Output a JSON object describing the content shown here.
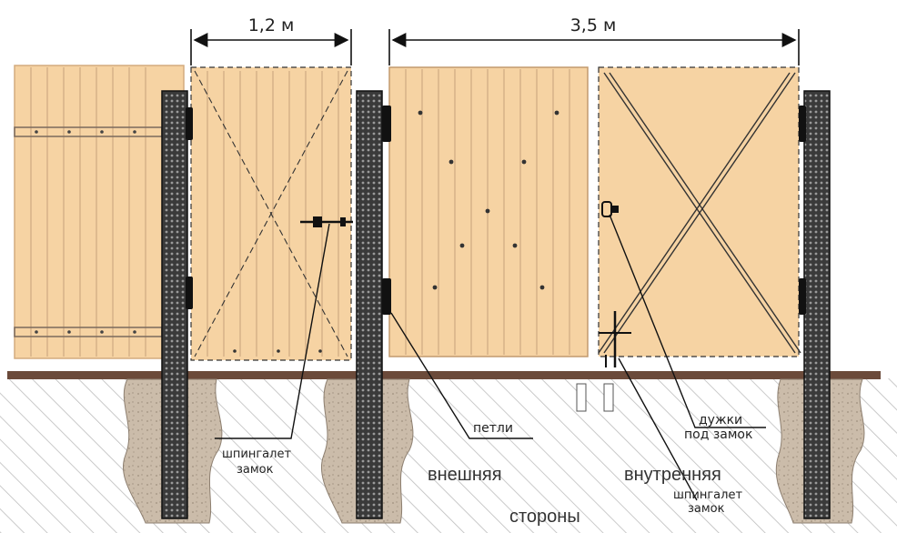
{
  "dimensions": {
    "wicket_width": "1,2 м",
    "gate_width": "3,5 м"
  },
  "callouts": {
    "hinges": "петли",
    "shackles_line1": "дужки",
    "shackles_line2": "под замок",
    "latch_left_line1": "шпингалет",
    "latch_left_line2": "замок",
    "latch_right_line1": "шпингалет",
    "latch_right_line2": "замок"
  },
  "sides": {
    "outer": "внешняя",
    "inner": "внутренняя",
    "caption": "стороны"
  },
  "colors": {
    "board": "#f6d3a3",
    "board_stroke": "#c9a277",
    "post": "#4a4a4a",
    "ground_line": "#6b4a3a",
    "concrete": "#cdbfae",
    "hatch": "#b7b7b7"
  }
}
